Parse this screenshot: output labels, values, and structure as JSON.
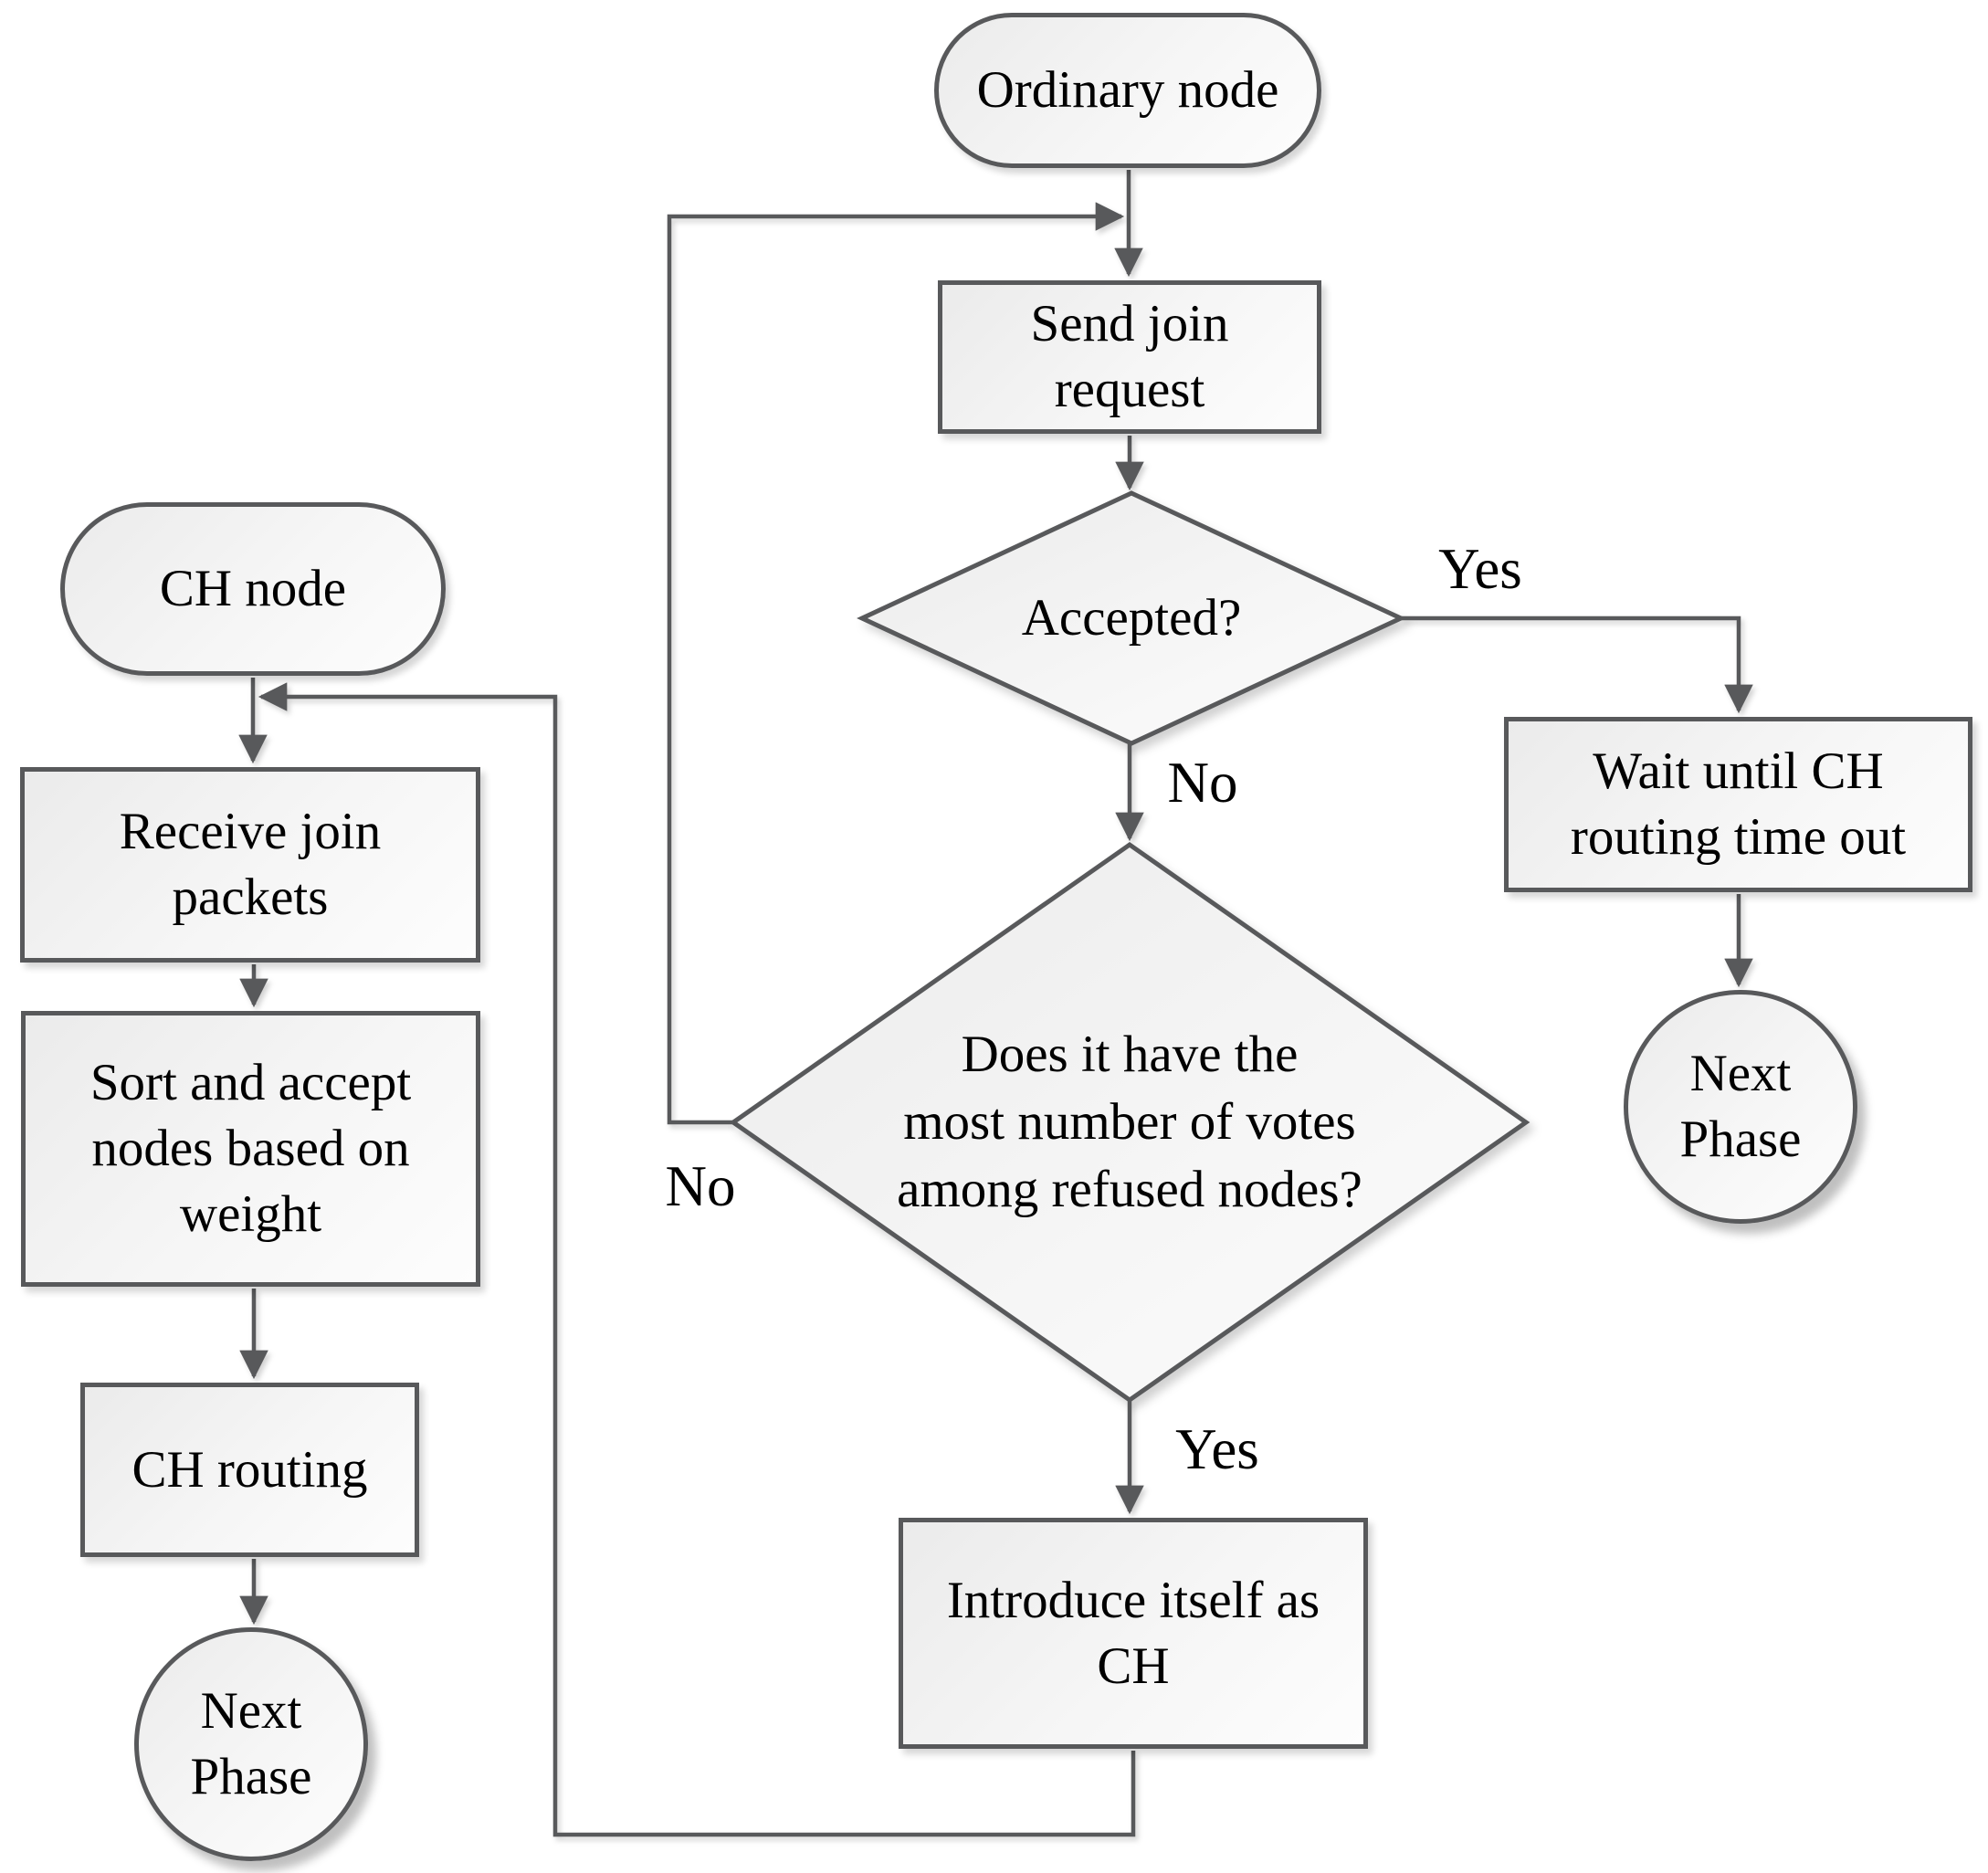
{
  "diagram": {
    "nodes": {
      "ordinary_node": "Ordinary node",
      "send_join_request": "Send join\nrequest",
      "accepted_question": "Accepted?",
      "wait_until_ch_routing_time_out": "Wait until CH\nrouting time out",
      "next_phase_right": "Next\nPhase",
      "votes_question": "Does it have the\nmost number of votes\namong refused nodes?",
      "introduce_itself_as_ch": "Introduce itself as\nCH",
      "ch_node": "CH node",
      "receive_join_packets": "Receive join\npackets",
      "sort_and_accept_nodes": "Sort and accept\nnodes based on\nweight",
      "ch_routing": "CH routing",
      "next_phase_left": "Next\nPhase"
    },
    "edge_labels": {
      "accepted_yes": "Yes",
      "accepted_no": "No",
      "votes_no": "No",
      "votes_yes": "Yes"
    },
    "colors": {
      "line": "#58595b",
      "border": "#58595b",
      "text": "#000000",
      "fill_light": "#f6f6f6",
      "fill_dark": "#ebebeb",
      "background": "#ffffff"
    }
  }
}
